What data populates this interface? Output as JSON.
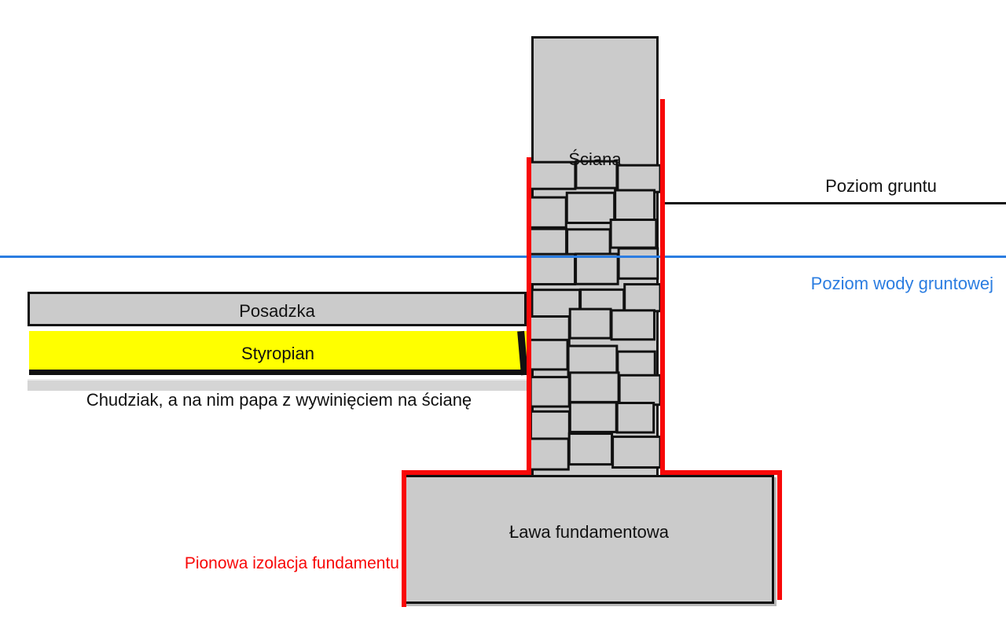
{
  "labels": {
    "wall": "Ściana",
    "ground_level": "Poziom gruntu",
    "groundwater_level": "Poziom wody gruntowej",
    "floor": "Posadzka",
    "styrofoam": "Styropian",
    "lean_concrete": "Chudziak, a na nim papa z wywinięciem na ścianę",
    "footing": "Ława fundamentowa",
    "vertical_insulation": "Pionowa izolacja fundamentu"
  },
  "colors": {
    "background": "#ffffff",
    "wall_fill": "#cbcbcb",
    "outline_black": "#111111",
    "insulation_red": "#f80808",
    "groundwater_blue": "#2b7de1",
    "styrofoam_yellow": "#ffff00",
    "lean_concrete_gray": "#d5d5d5"
  }
}
